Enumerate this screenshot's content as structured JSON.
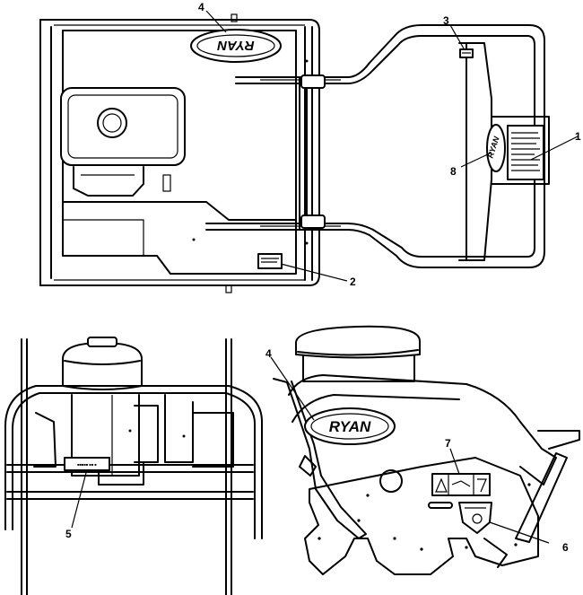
{
  "brand": "RYAN",
  "callouts": {
    "c1": "1",
    "c2": "2",
    "c3": "3",
    "c4_top": "4",
    "c4_side": "4",
    "c5": "5",
    "c6": "6",
    "c7": "7",
    "c8": "8"
  },
  "colors": {
    "line": "#000000",
    "background": "#ffffff"
  }
}
